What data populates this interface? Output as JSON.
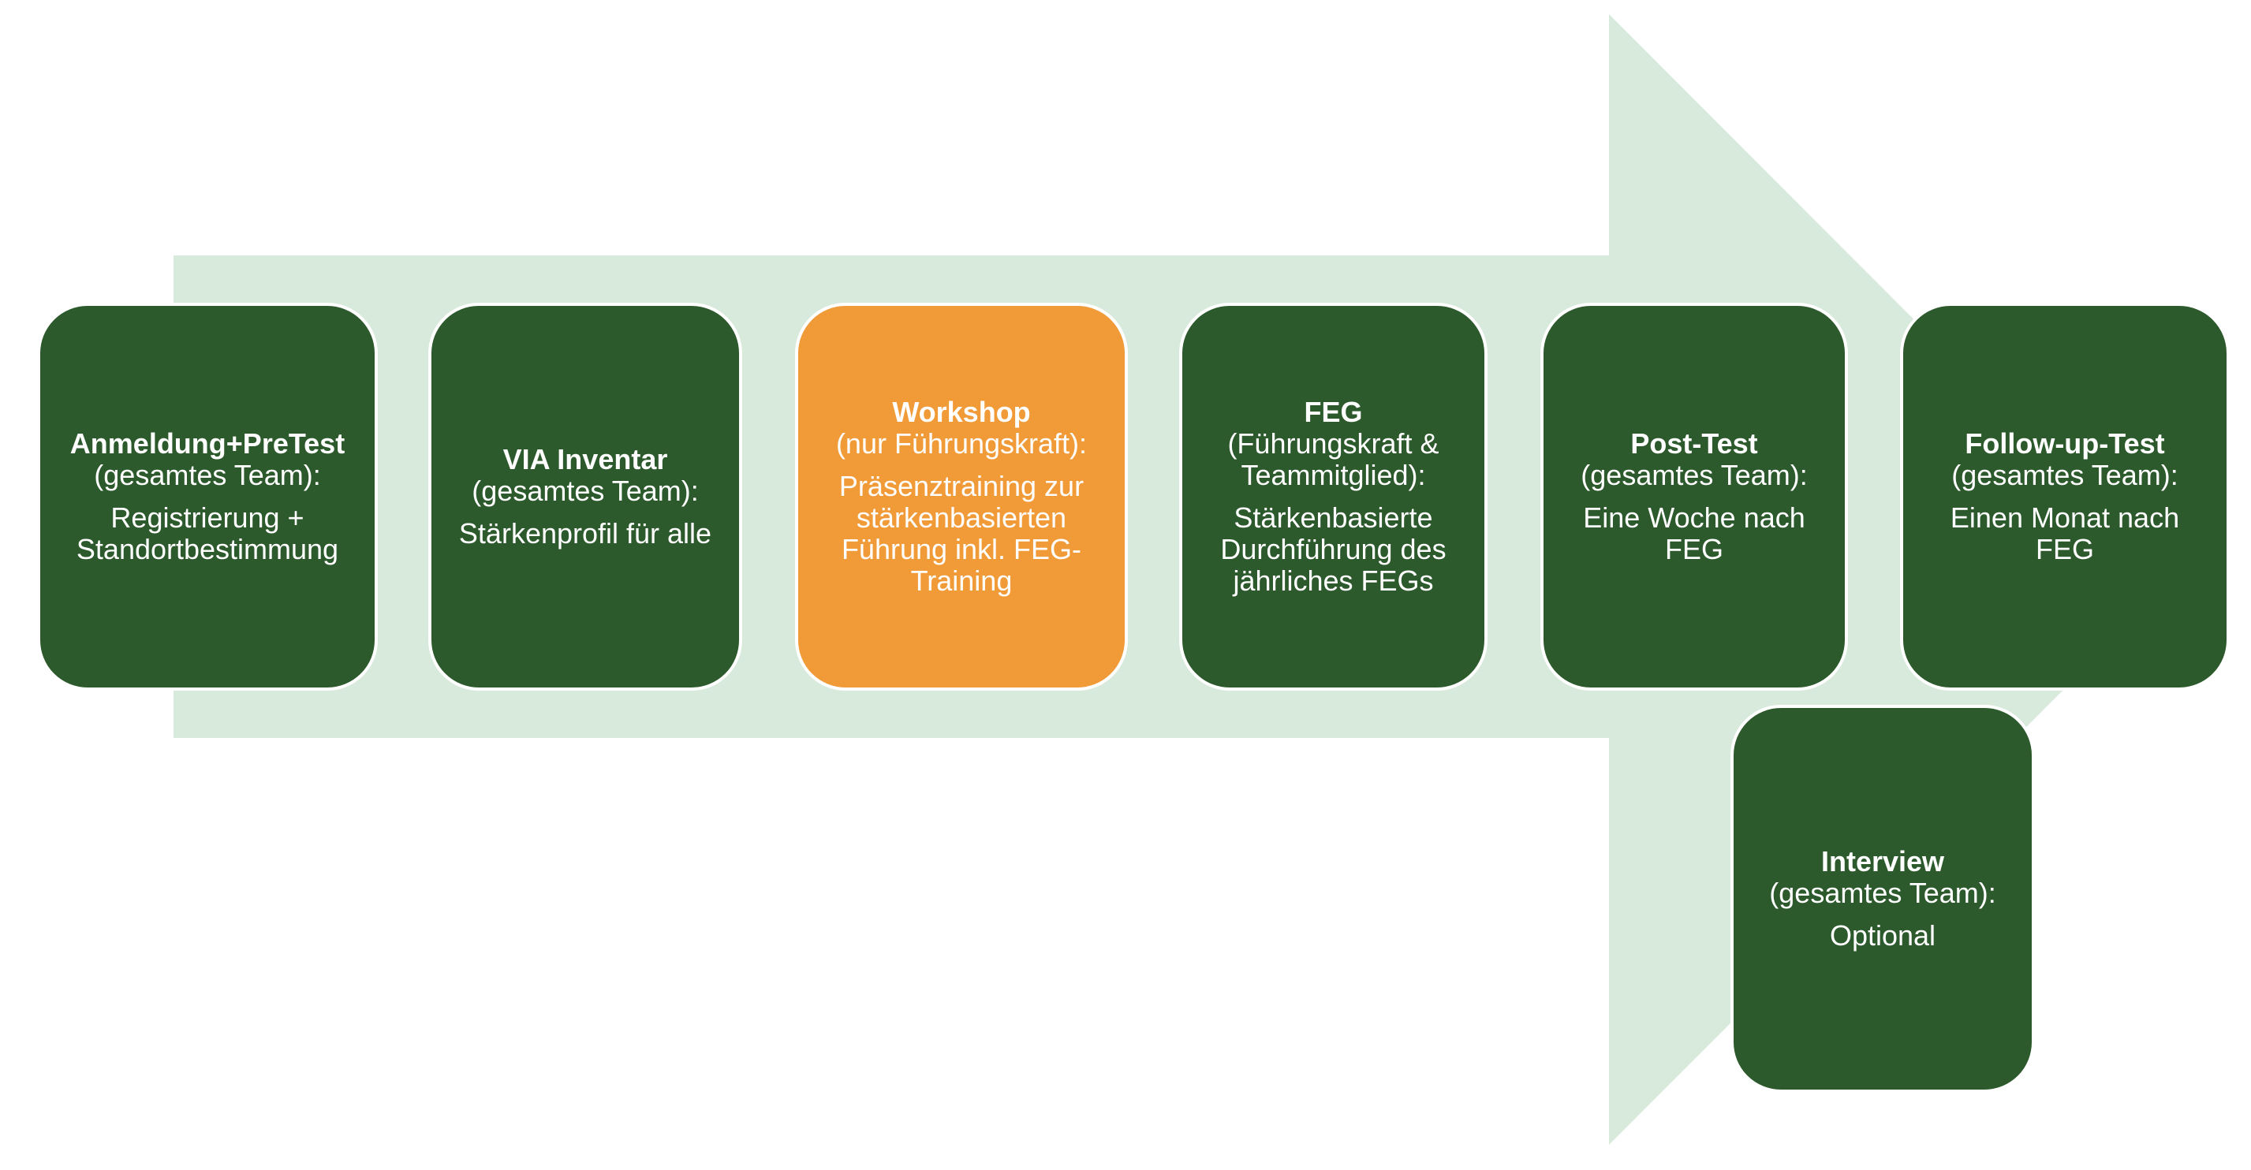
{
  "colors": {
    "arrow": "#d8eadb",
    "step_green": "#2d5a2c",
    "step_orange": "#f19a38",
    "text": "#ffffff"
  },
  "steps": [
    {
      "title": "Anmeldung+PreTest",
      "subtitle": "(gesamtes Team):",
      "body": [
        "Registrierung +",
        "Standortbestimmung"
      ]
    },
    {
      "title": "VIA Inventar",
      "subtitle": "(gesamtes Team):",
      "body": [
        "Stärkenprofil für alle"
      ]
    },
    {
      "title": "Workshop",
      "subtitle": "(nur Führungskraft):",
      "body": [
        "Präsenztraining zur",
        "stärkenbasierten",
        "Führung inkl. FEG-",
        "Training"
      ]
    },
    {
      "title": "FEG",
      "subtitle": "(Führungskraft &",
      "subtitle2": "Teammitglied):",
      "body": [
        "Stärkenbasierte",
        "Durchführung des",
        "jährliches FEGs"
      ]
    },
    {
      "title": "Post-Test",
      "subtitle": "(gesamtes Team):",
      "body": [
        "Eine Woche nach",
        "FEG"
      ]
    },
    {
      "title": "Follow-up-Test",
      "subtitle": "(gesamtes Team):",
      "body": [
        "Einen Monat nach",
        "FEG"
      ]
    },
    {
      "title": "Interview",
      "subtitle": "(gesamtes Team):",
      "body": [
        "Optional"
      ]
    }
  ]
}
